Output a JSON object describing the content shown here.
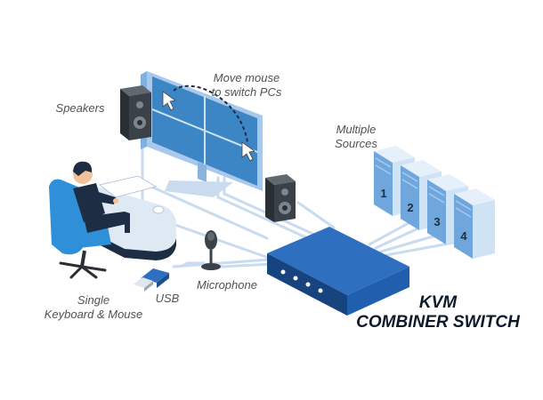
{
  "labels": {
    "move_mouse_line1": "Move mouse",
    "move_mouse_line2": "to switch PCs",
    "speakers": "Speakers",
    "multiple_sources_line1": "Multiple",
    "multiple_sources_line2": "Sources",
    "single_kbm_line1": "Single",
    "single_kbm_line2": "Keyboard & Mouse",
    "usb": "USB",
    "microphone": "Microphone"
  },
  "title": {
    "line1": "KVM",
    "line2": "COMBINER SWITCH"
  },
  "sources": [
    {
      "number": "1"
    },
    {
      "number": "2"
    },
    {
      "number": "3"
    },
    {
      "number": "4"
    }
  ],
  "colors": {
    "switch_blue": "#1f5fae",
    "switch_dark": "#17447f",
    "cable": "#c9dbef",
    "screen": "#3d86c6",
    "server_light": "#cfe3f5",
    "server_mid": "#6fa7dd",
    "chair": "#2f8fd8",
    "speaker": "#3b4148"
  }
}
